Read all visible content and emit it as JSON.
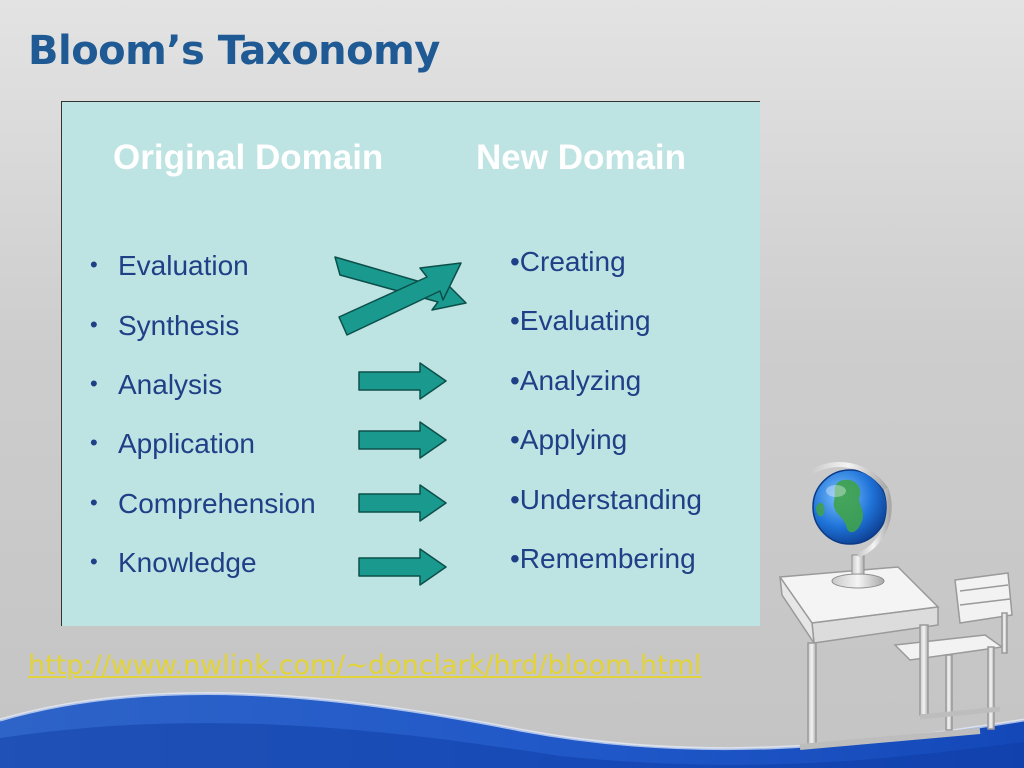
{
  "title": "Bloom’s Taxonomy",
  "panel": {
    "original_heading": "Original Domain",
    "new_heading": "New Domain",
    "original_items": [
      "Evaluation",
      "Synthesis",
      "Analysis",
      "Application",
      "Comprehension",
      "Knowledge"
    ],
    "new_items": [
      "•Creating",
      "•Evaluating",
      "•Analyzing",
      "•Applying",
      "•Understanding",
      "•Remembering"
    ]
  },
  "link_text": "http://www.nwlink.com/~donclark/hrd/bloom.html",
  "colors": {
    "title": "#1f5a94",
    "panel_bg": "#bde3e2",
    "list_text": "#1f3f86",
    "arrow_fill": "#1a9a8e",
    "link": "#e2d33a",
    "wave": "#1f57c8"
  },
  "icons": [
    "crossing-arrows-icon",
    "right-arrow-icon",
    "globe-icon",
    "school-desk-icon"
  ]
}
